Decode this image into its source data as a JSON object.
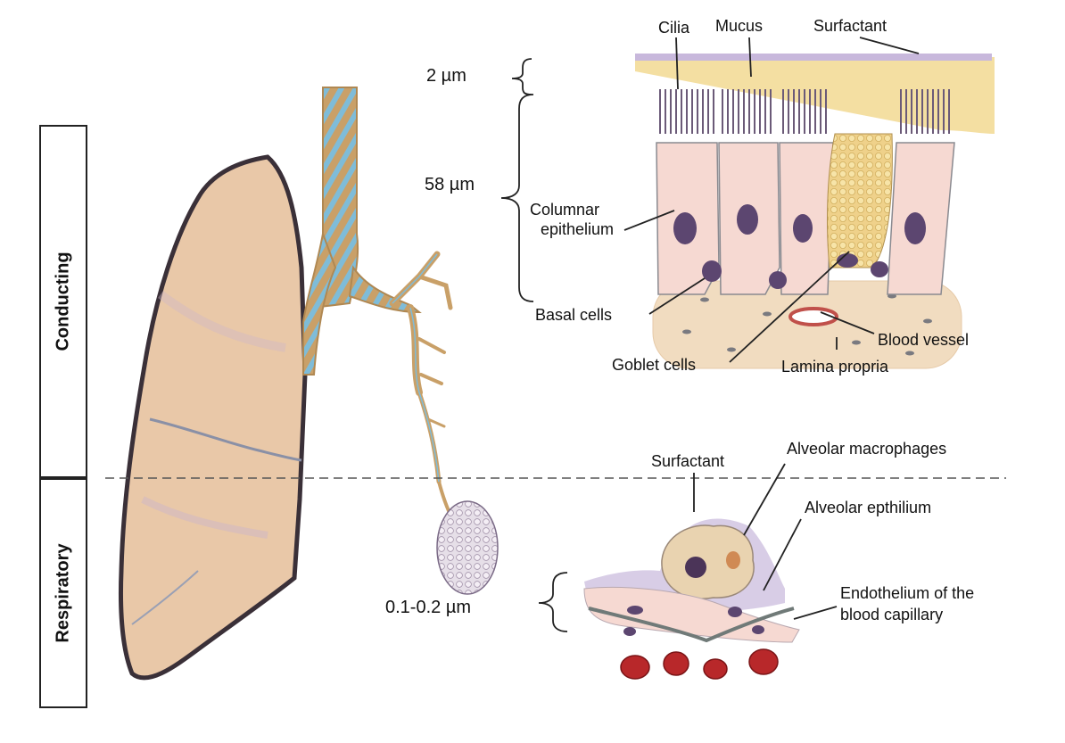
{
  "zones": {
    "conducting": "Conducting",
    "respiratory": "Respiratory"
  },
  "measurements": {
    "mucus_layer": "2 µm",
    "epithelium": "58 µm",
    "alveolar_barrier": "0.1-0.2 µm"
  },
  "conducting_labels": {
    "cilia": "Cilia",
    "mucus": "Mucus",
    "surfactant": "Surfactant",
    "columnar_line1": "Columnar",
    "columnar_line2": "epithelium",
    "basal": "Basal cells",
    "goblet": "Goblet cells",
    "blood_vessel": "Blood vessel",
    "lamina": "Lamina propria"
  },
  "respiratory_labels": {
    "surfactant": "Surfactant",
    "macrophages": "Alveolar macrophages",
    "epithelium": "Alveolar epthilium",
    "endothelium_line1": "Endothelium of the",
    "endothelium_line2": "blood capillary"
  },
  "colors": {
    "lung_fill": "#e9c8a8",
    "lung_outline": "#3a3038",
    "airway_blue": "#7fbcd8",
    "airway_tan": "#c9a068",
    "cell_pink": "#f6d9d2",
    "nucleus": "#5c4670",
    "mucus_yellow": "#f3dc98",
    "surfactant_lilac": "#c8b8dc",
    "rbc": "#b8282a"
  }
}
